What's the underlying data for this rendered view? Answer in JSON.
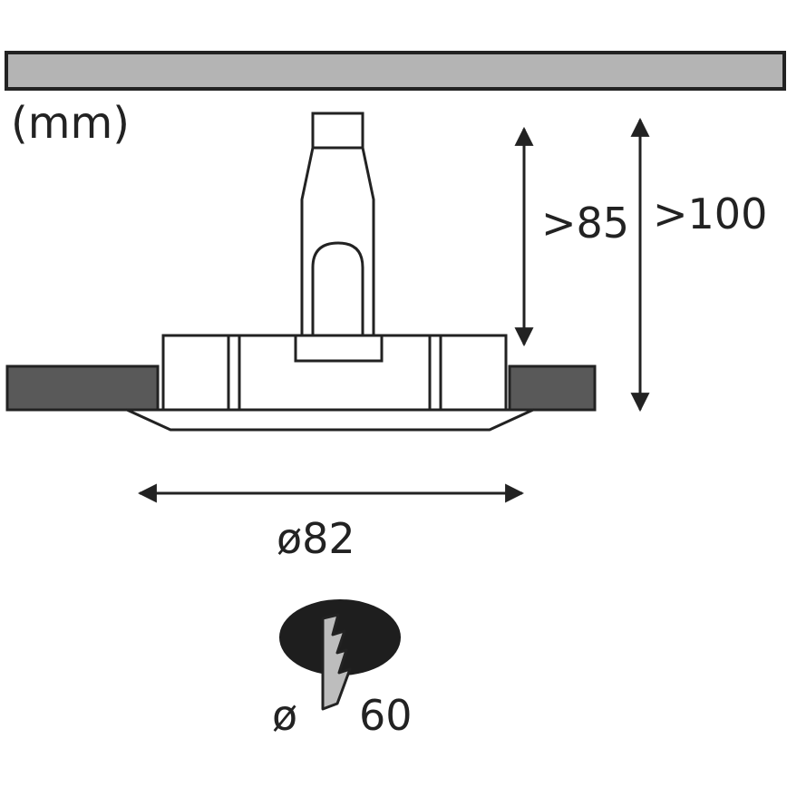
{
  "units_label": "(mm)",
  "dimensions": {
    "height_min": ">85",
    "height_total": ">100",
    "diameter_outer": "ø82",
    "cutout_symbol": "ø",
    "cutout_value": "60"
  },
  "colors": {
    "stroke": "#222222",
    "ceiling_fill": "#b4b4b4",
    "ceiling_board_fill": "#595959",
    "cutout_fill": "#1e1e1e",
    "tool_fill": "#bdbdbd"
  }
}
